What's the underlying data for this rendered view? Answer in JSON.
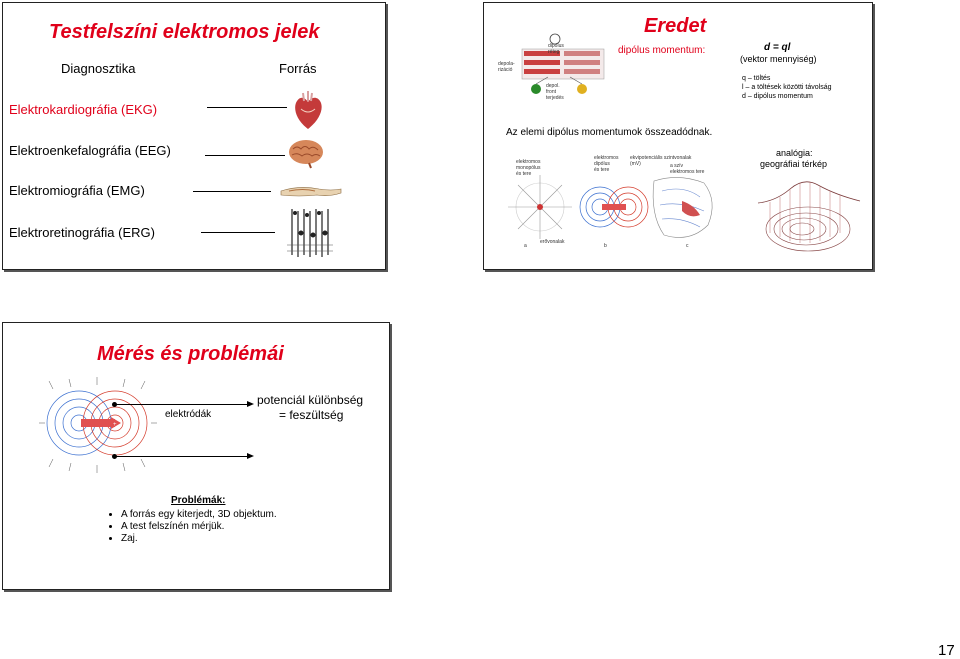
{
  "slide1": {
    "title": "Testfelszíni elektromos jelek",
    "col_diagnostics": "Diagnosztika",
    "col_source": "Forrás",
    "rows": [
      {
        "label": "Elektrokardiográfia (EKG)",
        "highlight": true
      },
      {
        "label": "Elektroenkefalográfia (EEG)",
        "highlight": false
      },
      {
        "label": "Elektromiográfia (EMG)",
        "highlight": false
      },
      {
        "label": "Elektroretinográfia (ERG)",
        "highlight": false
      }
    ]
  },
  "slide2": {
    "title": "Eredet",
    "dipole_label": "dipólus momentum:",
    "formula": "d = ql",
    "formula_note": "(vektor mennyiség)",
    "legend": [
      "q – töltés",
      "l – a töltések közötti távolság",
      "d – dipólus momentum"
    ],
    "sum_text": "Az elemi dipólus momentumok összeadódnak.",
    "analogy_line1": "analógia:",
    "analogy_line2": "geográfiai térkép",
    "fig_labels": {
      "depol": "depola-\nrizáció",
      "dipole_top": "dipólus\nréteg",
      "dipole_front": "depol.\nfront\nterjedés",
      "monopole": "elektromos\nmonopólus\nés tere",
      "dipole_field": "elektromos\ndipólus\nés tere",
      "isopotential": "ekvipotenciális szintvonalak\n(mV)",
      "heart_field": "a szív\nelektromos tere",
      "field_lines": "erővonalak",
      "a": "a",
      "b": "b",
      "c": "c"
    }
  },
  "slide3": {
    "title": "Mérés és problémái",
    "electrodes": "elektródák",
    "potential": "potenciál különbség",
    "voltage": "= feszültség",
    "problems_title": "Problémák:",
    "problems": [
      "A forrás egy kiterjedt, 3D objektum.",
      "A test felszínén mérjük.",
      "Zaj."
    ]
  },
  "page_number": "17",
  "colors": {
    "accent_red": "#e0001a",
    "field_blue": "#3a6fd0",
    "field_red": "#d43a2a"
  }
}
